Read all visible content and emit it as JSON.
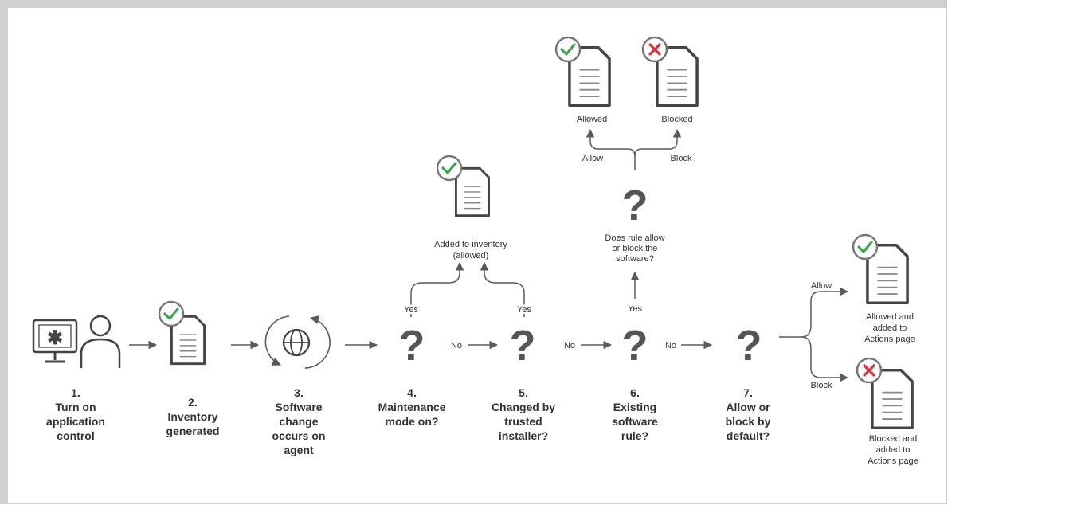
{
  "steps": [
    {
      "number": "1.",
      "lines": [
        "Turn on",
        "application",
        "control"
      ]
    },
    {
      "number": "2.",
      "lines": [
        "Inventory",
        "generated"
      ]
    },
    {
      "number": "3.",
      "lines": [
        "Software",
        "change",
        "occurs on",
        "agent"
      ]
    },
    {
      "number": "4.",
      "lines": [
        "Maintenance",
        "mode on?"
      ]
    },
    {
      "number": "5.",
      "lines": [
        "Changed by",
        "trusted",
        "installer?"
      ]
    },
    {
      "number": "6.",
      "lines": [
        "Existing",
        "software",
        "rule?"
      ]
    },
    {
      "number": "7.",
      "lines": [
        "Allow or",
        "block by",
        "default?"
      ]
    }
  ],
  "question_glyph": "?",
  "edge_labels": {
    "no": "No",
    "yes": "Yes",
    "allow": "Allow",
    "block": "Block"
  },
  "inventory_outcome": [
    "Added to inventory",
    "(allowed)"
  ],
  "rule_question": [
    "Does rule allow",
    "or block the",
    "software?"
  ],
  "rule_outcomes": {
    "allowed": "Allowed",
    "blocked": "Blocked"
  },
  "default_outcomes": {
    "allowed": [
      "Allowed and",
      "added to",
      "Actions page"
    ],
    "blocked": [
      "Blocked and",
      "added to",
      "Actions page"
    ]
  },
  "colors": {
    "check": "#3aa84a",
    "cross": "#d9303a",
    "line": "#5a5a5a",
    "icon": "#444444"
  },
  "icons": [
    "user-computer-icon",
    "globe-sync-icon",
    "check-icon",
    "cross-icon",
    "document-icon"
  ]
}
